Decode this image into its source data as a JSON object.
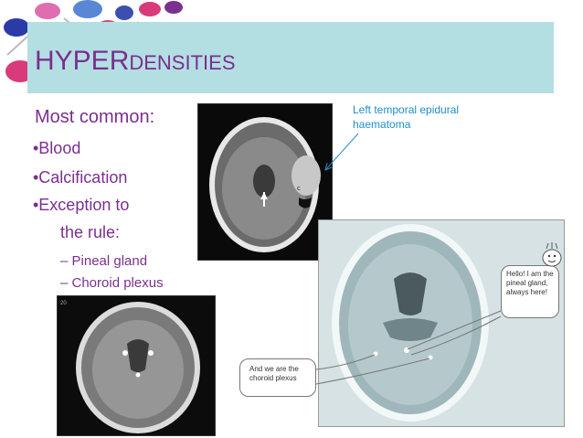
{
  "title": {
    "main": "HYPER",
    "small": "densities"
  },
  "bullets": {
    "heading": "Most common:",
    "items": [
      "•Blood",
      "•Calcification",
      "•Exception to",
      "the rule:"
    ],
    "sub_items": [
      "– Pineal gland",
      "– Choroid plexus"
    ]
  },
  "annotations": {
    "hematoma": "Left temporal epidural haematoma",
    "pineal_bubble": "Hello! I am the pineal gland, always here!",
    "choroid_bubble": "And we are the choroid plexus"
  },
  "scan_marks": {
    "left_scan_corner": "20"
  },
  "colors": {
    "title_bar": "#b3dfe2",
    "text": "#7b2f8f",
    "annotation": "#1d8fc9"
  }
}
